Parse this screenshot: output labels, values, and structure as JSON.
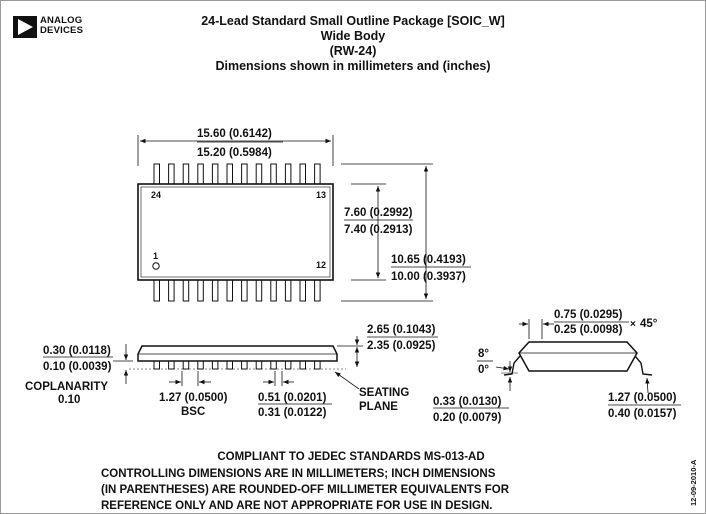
{
  "logo": {
    "text_line1": "ANALOG",
    "text_line2": "DEVICES"
  },
  "title": {
    "line1": "24-Lead Standard Small Outline Package [SOIC_W]",
    "line2": "Wide Body",
    "line3": "(RW-24)",
    "line4": "Dimensions shown in millimeters and (inches)"
  },
  "top_view": {
    "length_max": "15.60 (0.6142)",
    "length_min": "15.20 (0.5984)",
    "body_width_max": "7.60 (0.2992)",
    "body_width_min": "7.40 (0.2913)",
    "overall_width_max": "10.65 (0.4193)",
    "overall_width_min": "10.00 (0.3937)",
    "pin_24": "24",
    "pin_13": "13",
    "pin_1": "1",
    "pin_12": "12"
  },
  "side_view": {
    "standoff_max": "0.30 (0.0118)",
    "standoff_min": "0.10 (0.0039)",
    "coplanarity_label": "COPLANARITY",
    "coplanarity_value": "0.10",
    "pitch": "1.27 (0.0500)",
    "pitch_note": "BSC",
    "lead_width_max": "0.51 (0.0201)",
    "lead_width_min": "0.31 (0.0122)",
    "height_max": "2.65 (0.1043)",
    "height_min": "2.35 (0.0925)",
    "seating_line1": "SEATING",
    "seating_line2": "PLANE"
  },
  "end_view": {
    "chamfer_max": "0.75 (0.0295)",
    "chamfer_min": "0.25 (0.0098)",
    "chamfer_angle": "45°",
    "angle_max": "8°",
    "angle_min": "0°",
    "thickness_max": "0.33 (0.0130)",
    "thickness_min": "0.20 (0.0079)",
    "foot_max": "1.27 (0.0500)",
    "foot_min": "0.40 (0.0157)"
  },
  "notes": {
    "line1": "COMPLIANT TO JEDEC STANDARDS MS-013-AD",
    "line2": "CONTROLLING DIMENSIONS ARE IN MILLIMETERS; INCH DIMENSIONS",
    "line3": "(IN PARENTHESES) ARE ROUNDED-OFF MILLIMETER EQUIVALENTS FOR",
    "line4": "REFERENCE ONLY AND ARE NOT APPROPRIATE FOR USE IN DESIGN."
  },
  "doc_number": "12-09-2010-A"
}
